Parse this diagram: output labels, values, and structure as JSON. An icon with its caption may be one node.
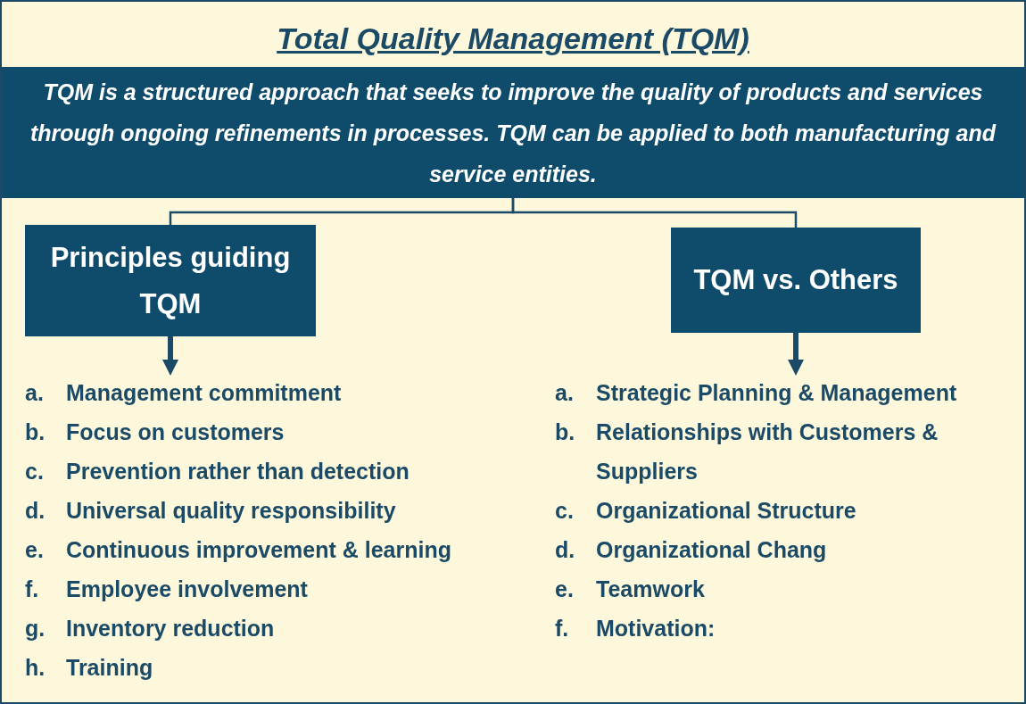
{
  "diagram": {
    "title": "Total Quality Management (TQM)",
    "nodes": [
      {
        "text": [
          "TQM is a structured approach that seeks to improve the quality of products and services through ongoing refinements in processes. TQM can be applied to both manufacturing and service entities."
        ]
      },
      {
        "text": [
          "Principles guiding TQM"
        ]
      },
      {
        "text": [
          "TQM vs. Others"
        ]
      },
      {
        "text": [
          "a. Management commitment",
          "b. Focus on customers",
          "c. Prevention rather than detection",
          "d. Universal quality responsibility",
          "e. Continuous improvement & learning",
          "f. Employee involvement",
          "g. Inventory reduction",
          "h. Training"
        ]
      },
      {
        "text": [
          "a. Strategic Planning & Management",
          "b. Relationships with Customers & Suppliers",
          "c. Organizational Structure",
          "d. Organizational Chang",
          "e. Teamwork",
          "f. Motivation:"
        ]
      }
    ],
    "edges": [
      {
        "from": 0,
        "to": 1,
        "arrow": "none"
      },
      {
        "from": 0,
        "to": 2,
        "arrow": "none"
      },
      {
        "from": 1,
        "to": 3,
        "arrow": "to",
        "style": "thick"
      },
      {
        "from": 2,
        "to": 4,
        "arrow": "to",
        "style": "thick"
      }
    ]
  }
}
